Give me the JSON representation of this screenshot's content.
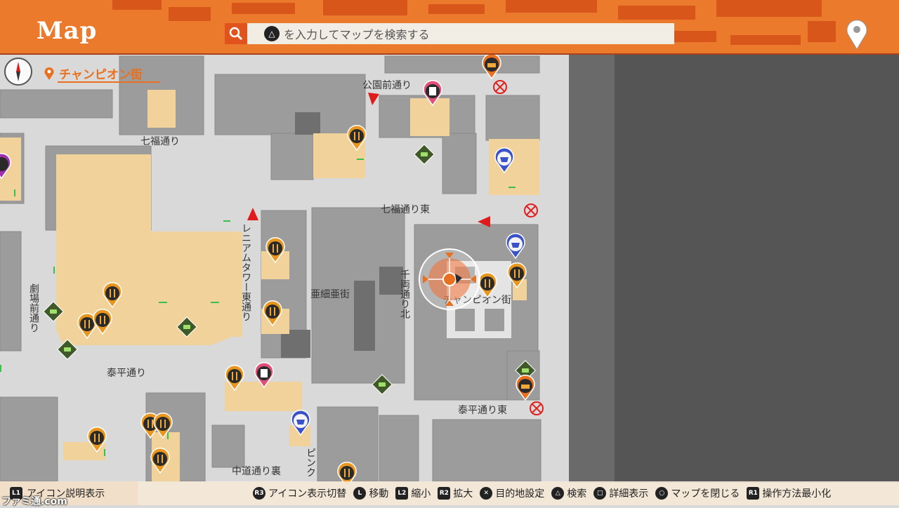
{
  "header": {
    "title": "Map",
    "search_key": "△",
    "search_placeholder": "を入力してマップを検索する"
  },
  "location": {
    "current_area": "チャンピオン街"
  },
  "map": {
    "street_labels": [
      "七福通り",
      "公園前通り",
      "七福通り東",
      "亜細亜街",
      "劇場前通り",
      "泰平通り",
      "チャンピオン街",
      "千両通り北",
      "レニアムタワー東通り",
      "泰平通り東",
      "中道通り裏",
      "ピンク"
    ],
    "icons": {
      "restaurant": "fork-knife-icon",
      "shop": "basket-icon",
      "taxi": "taxi-icon",
      "hotel": "building-icon",
      "substory": "speech-bubble-icon",
      "blocked": "blocked-icon",
      "player": "player-marker-icon"
    }
  },
  "footer": {
    "help_key": "L1",
    "help_label": "アイコン説明表示",
    "controls": [
      {
        "key": "R3",
        "label": "アイコン表示切替"
      },
      {
        "key": "L",
        "label": "移動"
      },
      {
        "key": "L2",
        "label": "縮小"
      },
      {
        "key": "R2",
        "label": "拡大"
      },
      {
        "key": "✕",
        "label": "目的地設定"
      },
      {
        "key": "△",
        "label": "検索"
      },
      {
        "key": "□",
        "label": "詳細表示"
      },
      {
        "key": "○",
        "label": "マップを閉じる"
      },
      {
        "key": "R1",
        "label": "操作方法最小化"
      }
    ]
  },
  "watermark": "ファミ通.com",
  "colors": {
    "header_orange": "#ec7a2c",
    "accent_orange": "#e8701e",
    "building_gray": "#9c9c9c",
    "road_light": "#d9d9d9",
    "highlight_tan": "#f0d29a",
    "offmap": "#555555"
  }
}
